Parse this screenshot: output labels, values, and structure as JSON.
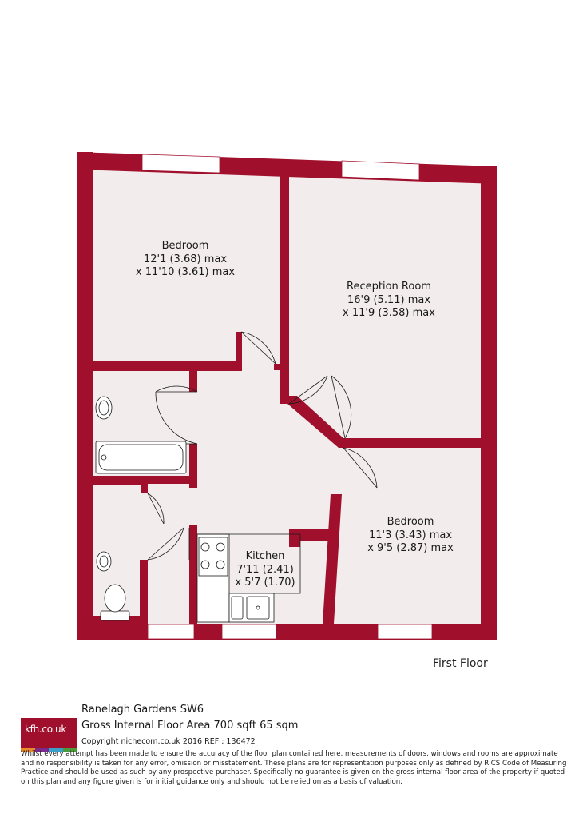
{
  "rooms": {
    "bedroom1": {
      "name": "Bedroom",
      "dim1": "12'1 (3.68) max",
      "dim2": "x 11'10 (3.61) max"
    },
    "reception": {
      "name": "Reception Room",
      "dim1": "16'9 (5.11) max",
      "dim2": "x 11'9 (3.58) max"
    },
    "bedroom2": {
      "name": "Bedroom",
      "dim1": "11'3 (3.43) max",
      "dim2": "x 9'5 (2.87) max"
    },
    "kitchen": {
      "name": "Kitchen",
      "dim1": "7'11 (2.41)",
      "dim2": "x 5'7 (1.70)"
    }
  },
  "floor_label": "First Floor",
  "footer": {
    "logo_text": "kfh.co.uk",
    "logo_colors": [
      "#e8892b",
      "#7a2a8c",
      "#3aa0c8",
      "#4a9a3a"
    ],
    "address": "Ranelagh Gardens  SW6",
    "area": "Gross Internal Floor Area 700 sqft 65 sqm",
    "copyright": "Copyright nichecom.co.uk 2016 REF : 136472",
    "disclaimer": "Whilst every attempt has been made to ensure the accuracy of the floor plan contained here, measurements of doors, windows and rooms are approximate and no responsibility is taken for any error, omission or misstatement.  These plans are for representation purposes only as defined by RICS Code of Measuring Practice and should be used as such by any prospective purchaser.  Specifically no guarantee is given on the gross internal floor area of the property if quoted on this plan and any figure given is for initial guidance only and should not be relied on as a basis of valuation."
  },
  "colors": {
    "wall": "#a0102c",
    "floor": "#f3ecec",
    "fixture": "#ffffff"
  }
}
